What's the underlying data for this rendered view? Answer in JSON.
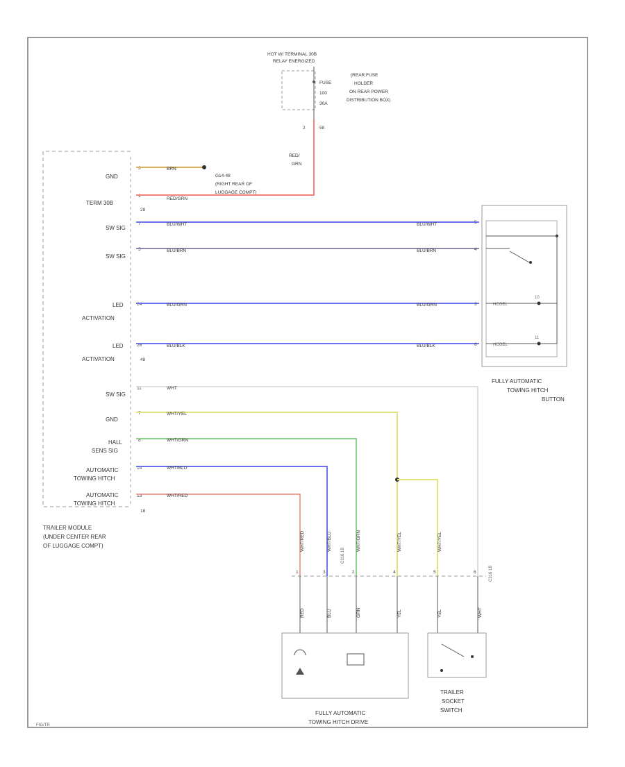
{
  "frame": {
    "id_code": "FIG/TR"
  },
  "power_source": {
    "hot_label": "HOT W/ TERMINAL 30B",
    "relay_label": "RELAY ENERGIZED",
    "fuse_label_1": "FUSE",
    "fuse_label_2": "100",
    "fuse_label_3": "30A",
    "holder_line_1": "(REAR FUSE",
    "holder_line_2": "HOLDER",
    "holder_line_3": "ON REAR POWER",
    "holder_line_4": "DISTRIBUTION BOX)",
    "pin_a": "2",
    "pin_b": "58",
    "wire_color_1": "RED/",
    "wire_color_2": "GRN"
  },
  "ground": {
    "wire_label": "BRN",
    "label_1": "G14-48",
    "label_2": "(RIGHT REAR OF",
    "label_3": "LUGGAGE COMPT)"
  },
  "module": {
    "name_1": "TRAILER MODULE",
    "name_2": "(UNDER CENTER REAR",
    "name_3": "OF LUGGAGE COMPT)",
    "connector_top": "28",
    "connector_mid": "48",
    "connector_bot": "18",
    "terminals": [
      {
        "label": "GND",
        "pin": "3"
      },
      {
        "label": "TERM 30B",
        "pin": "1"
      },
      {
        "label": "SW SIG",
        "pin": "7"
      },
      {
        "label": "SW SIG",
        "pin": "5"
      },
      {
        "label": "LED",
        "label2": "ACTIVATION",
        "pin": "24"
      },
      {
        "label": "LED",
        "label2": "ACTIVATION",
        "pin": "26"
      },
      {
        "label": "SW SIG",
        "pin": "11"
      },
      {
        "label": "GND",
        "pin": "7"
      },
      {
        "label": "HALL",
        "label2": "SENS SIG",
        "pin": "8"
      },
      {
        "label": "AUTOMATIC",
        "label2": "TOWING HITCH",
        "pin": "14"
      },
      {
        "label": "AUTOMATIC",
        "label2": "TOWING HITCH",
        "pin": "13"
      }
    ]
  },
  "wires": {
    "term30b": "RED/GRN",
    "sw1_left": "BLU/WHT",
    "sw1_right": "BLU/WHT",
    "sw2_left": "BLU/BRN",
    "sw2_right": "BLU/BRN",
    "led1_left": "BLU/GRN",
    "led1_right": "BLU/GRN",
    "led2_left": "BLU/BLK",
    "led2_right": "BLU/BLK",
    "sw_sig": "WHT",
    "gnd": "WHT/YEL",
    "hall": "WHT/GRN",
    "hitch14": "WHT/BLU",
    "hitch13": "WHT/RED",
    "vert_1": "WHT/RED",
    "vert_2": "WHT/BLU",
    "vert_3": "WHT/GRN",
    "vert_4": "WHT/YEL",
    "vert_5": "WHT/YEL",
    "bottom_1": "RED",
    "bottom_2": "BLU",
    "bottom_3": "GRN",
    "bottom_4": "YEL",
    "bottom_5": "YEL",
    "bottom_6": "WHT"
  },
  "hitch_button": {
    "name_1": "FULLY AUTOMATIC",
    "name_2": "TOWING HITCH",
    "name_3": "BUTTON",
    "pins": [
      "5",
      "4",
      "3",
      "6"
    ],
    "led_1": "HCGEL",
    "led_2": "HCGEL",
    "num_1": "10",
    "num_2": "11"
  },
  "connector_strip": {
    "code_1": "C316 1B",
    "code_2": "C316 1B",
    "pins": [
      "1",
      "3",
      "2",
      "4",
      "5",
      "6"
    ]
  },
  "hitch_drive": {
    "name_1": "FULLY AUTOMATIC",
    "name_2": "TOWING HITCH DRIVE"
  },
  "socket_switch": {
    "name_1": "TRAILER",
    "name_2": "SOCKET",
    "name_3": "SWITCH"
  },
  "colors": {
    "red": "#f2837a",
    "blue": "#6f72f0",
    "gray_blue": "#8a8ab0",
    "green": "#8fd18a",
    "yellow": "#e3e37a",
    "light": "#cccccc",
    "line": "#555555"
  }
}
